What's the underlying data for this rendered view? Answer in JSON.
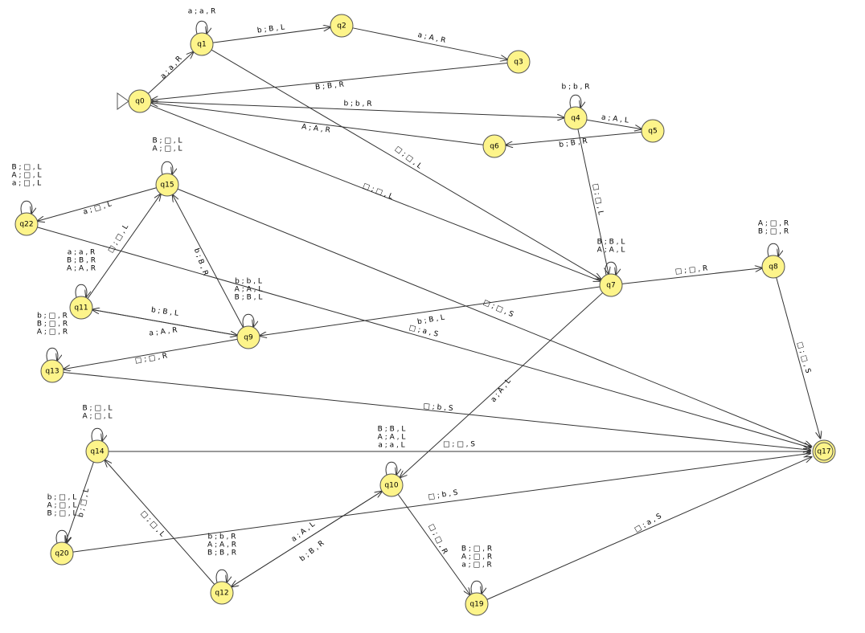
{
  "diagram": {
    "start_state": "q0",
    "final_states": [
      "q17"
    ],
    "states": [
      {
        "id": "q0",
        "label": "q0"
      },
      {
        "id": "q1",
        "label": "q1"
      },
      {
        "id": "q2",
        "label": "q2"
      },
      {
        "id": "q3",
        "label": "q3"
      },
      {
        "id": "q4",
        "label": "q4"
      },
      {
        "id": "q5",
        "label": "q5"
      },
      {
        "id": "q6",
        "label": "q6"
      },
      {
        "id": "q7",
        "label": "q7"
      },
      {
        "id": "q8",
        "label": "q8"
      },
      {
        "id": "q9",
        "label": "q9"
      },
      {
        "id": "q10",
        "label": "q10"
      },
      {
        "id": "q11",
        "label": "q11"
      },
      {
        "id": "q12",
        "label": "q12"
      },
      {
        "id": "q13",
        "label": "q13"
      },
      {
        "id": "q14",
        "label": "q14"
      },
      {
        "id": "q15",
        "label": "q15"
      },
      {
        "id": "q17",
        "label": "q17"
      },
      {
        "id": "q19",
        "label": "q19"
      },
      {
        "id": "q20",
        "label": "q20"
      },
      {
        "id": "q22",
        "label": "q22"
      }
    ],
    "transitions": [
      {
        "from": "q0",
        "to": "q1",
        "labels": [
          "a ; a , R"
        ]
      },
      {
        "from": "q1",
        "to": "q1",
        "labels": [
          "a ; a , R"
        ]
      },
      {
        "from": "q1",
        "to": "q2",
        "labels": [
          "b ; B , L"
        ]
      },
      {
        "from": "q2",
        "to": "q3",
        "labels": [
          "a ; A , R"
        ]
      },
      {
        "from": "q3",
        "to": "q0",
        "labels": [
          "B ; B , R"
        ]
      },
      {
        "from": "q0",
        "to": "q4",
        "labels": [
          "b ; b , R"
        ]
      },
      {
        "from": "q4",
        "to": "q4",
        "labels": [
          "b ; b , R"
        ]
      },
      {
        "from": "q4",
        "to": "q5",
        "labels": [
          "a ; A , L"
        ]
      },
      {
        "from": "q5",
        "to": "q6",
        "labels": [
          "b ; B , R"
        ]
      },
      {
        "from": "q6",
        "to": "q0",
        "labels": [
          "A ; A , R"
        ]
      },
      {
        "from": "q1",
        "to": "q7",
        "labels": [
          "□ ; □ , L"
        ]
      },
      {
        "from": "q0",
        "to": "q7",
        "labels": [
          "□ ; □ , L"
        ]
      },
      {
        "from": "q4",
        "to": "q7",
        "labels": [
          "□ ; □ , L"
        ]
      },
      {
        "from": "q7",
        "to": "q7",
        "labels": [
          "B ; B , L",
          "A ; A , L"
        ]
      },
      {
        "from": "q7",
        "to": "q8",
        "labels": [
          "□ ; □ , R"
        ]
      },
      {
        "from": "q8",
        "to": "q8",
        "labels": [
          "A ; □ , R",
          "B ; □ , R"
        ]
      },
      {
        "from": "q8",
        "to": "q17",
        "labels": [
          "□ ; □ , S"
        ]
      },
      {
        "from": "q7",
        "to": "q9",
        "labels": [
          "b ; B , L"
        ]
      },
      {
        "from": "q7",
        "to": "q10",
        "labels": [
          "a ; A , L"
        ]
      },
      {
        "from": "q9",
        "to": "q9",
        "labels": [
          "b ; b , L",
          "A ; A , L",
          "B ; B , L"
        ]
      },
      {
        "from": "q9",
        "to": "q15",
        "labels": [
          "b ; B , R"
        ]
      },
      {
        "from": "q9",
        "to": "q11",
        "labels": [
          "a ; A , R"
        ]
      },
      {
        "from": "q11",
        "to": "q9",
        "labels": [
          "b ; B , L"
        ]
      },
      {
        "from": "q9",
        "to": "q13",
        "labels": [
          "□ ; □ , R"
        ]
      },
      {
        "from": "q11",
        "to": "q11",
        "labels": [
          "a ; a , R",
          "B ; B , R",
          "A ; A , R"
        ]
      },
      {
        "from": "q11",
        "to": "q15",
        "labels": [
          "□ ; □ , L"
        ]
      },
      {
        "from": "q15",
        "to": "q15",
        "labels": [
          "B ; □ , L",
          "A ; □ , L"
        ]
      },
      {
        "from": "q15",
        "to": "q22",
        "labels": [
          "a ; □ , L"
        ]
      },
      {
        "from": "q15",
        "to": "q17",
        "labels": [
          "□ ; □ , S"
        ]
      },
      {
        "from": "q22",
        "to": "q22",
        "labels": [
          "B ; □ , L",
          "A ; □ , L",
          "a ; □ , L"
        ]
      },
      {
        "from": "q22",
        "to": "q17",
        "labels": [
          "□ ; a , S"
        ]
      },
      {
        "from": "q13",
        "to": "q13",
        "labels": [
          "b ; □ , R",
          "B ; □ , R",
          "A ; □ , R"
        ]
      },
      {
        "from": "q13",
        "to": "q17",
        "labels": [
          "□ ; b , S"
        ]
      },
      {
        "from": "q14",
        "to": "q14",
        "labels": [
          "B ; □ , L",
          "A ; □ , L"
        ]
      },
      {
        "from": "q14",
        "to": "q17",
        "labels": [
          "□ ; □ , S"
        ]
      },
      {
        "from": "q14",
        "to": "q20",
        "labels": [
          "b ; □ , L"
        ]
      },
      {
        "from": "q20",
        "to": "q20",
        "labels": [
          "b ; □ , L",
          "A ; □ , L",
          "B ; □ , L"
        ]
      },
      {
        "from": "q20",
        "to": "q17",
        "labels": [
          "□ ; b , S"
        ]
      },
      {
        "from": "q10",
        "to": "q10",
        "labels": [
          "B ; B , L",
          "A ; A , L",
          "a ; a , L"
        ]
      },
      {
        "from": "q10",
        "to": "q12",
        "labels": [
          "b ; B , R"
        ]
      },
      {
        "from": "q12",
        "to": "q10",
        "labels": [
          "a ; A , L"
        ]
      },
      {
        "from": "q12",
        "to": "q12",
        "labels": [
          "b ; b , R",
          "A ; A , R",
          "B ; B , R"
        ]
      },
      {
        "from": "q12",
        "to": "q14",
        "labels": [
          "□ ; □ , L"
        ]
      },
      {
        "from": "q10",
        "to": "q19",
        "labels": [
          "□ ; □ , R"
        ]
      },
      {
        "from": "q19",
        "to": "q19",
        "labels": [
          "B ; □ , R",
          "A ; □ , R",
          "a ; □ , R"
        ]
      },
      {
        "from": "q19",
        "to": "q17",
        "labels": [
          "□ ; a , S"
        ]
      }
    ]
  }
}
